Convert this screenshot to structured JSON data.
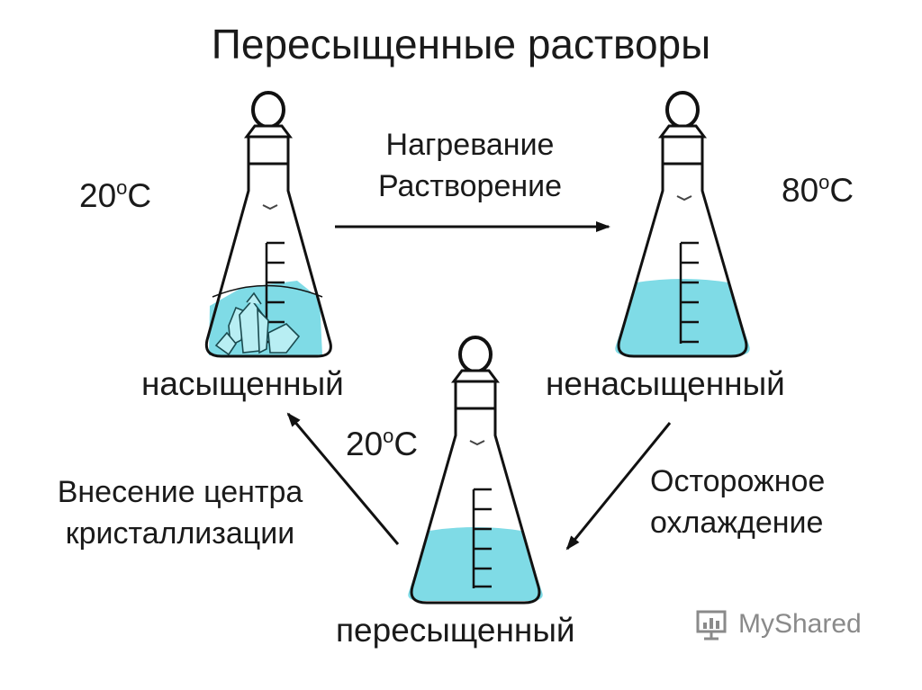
{
  "title": "Пересыщенные растворы",
  "flasks": {
    "left": {
      "label": "насыщенный",
      "temp_value": "20",
      "temp_sup": "o",
      "temp_unit": "C",
      "has_crystals": true
    },
    "right": {
      "label": "ненасыщенный",
      "temp_value": "80",
      "temp_sup": "o",
      "temp_unit": "C",
      "has_crystals": false
    },
    "bottom": {
      "label": "пересыщенный",
      "temp_value": "20",
      "temp_sup": "o",
      "temp_unit": "C",
      "has_crystals": false
    }
  },
  "transitions": {
    "top": {
      "line1": "Нагревание",
      "line2": "Растворение"
    },
    "right": {
      "line1": "Осторожное",
      "line2": "охлаждение"
    },
    "left": {
      "line1": "Внесение центра",
      "line2": "кристаллизации"
    }
  },
  "colors": {
    "solution": "#7fdbe6",
    "glass": "#111111",
    "arrow": "#111111",
    "logo": "#8a8a8a"
  },
  "watermark": {
    "text": "MyShared"
  }
}
